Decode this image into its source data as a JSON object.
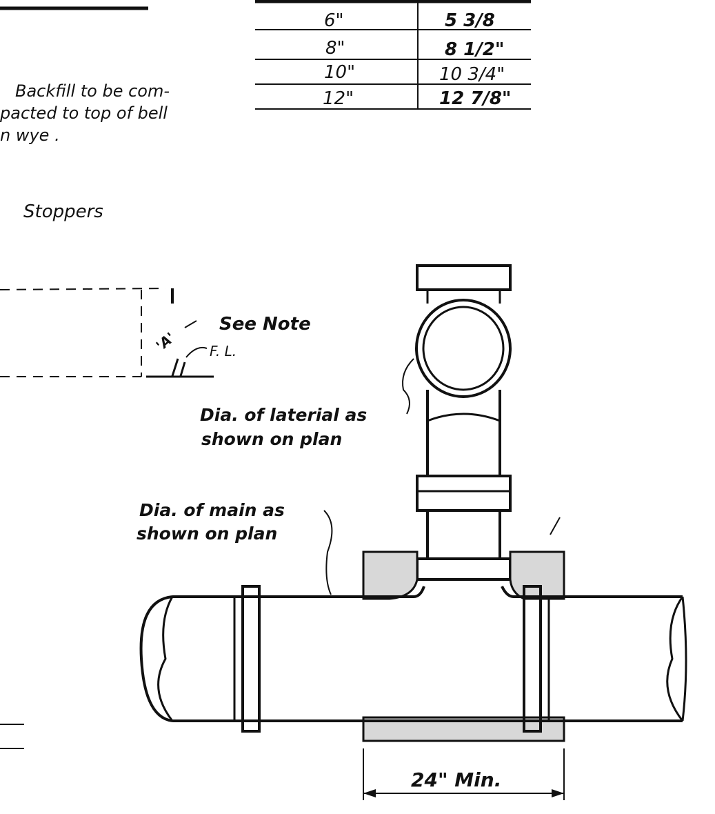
{
  "header_fragment": "",
  "table": {
    "rows": [
      {
        "dia": "6\"",
        "a": "5 3/8"
      },
      {
        "dia": "8\"",
        "a": "8 1/2\""
      },
      {
        "dia": "10\"",
        "a": "10 3/4\""
      },
      {
        "dia": "12\"",
        "a": "12 7/8\""
      }
    ]
  },
  "note_backfill": [
    "Backfill to be com-",
    "pacted to top of bell",
    "n wye ."
  ],
  "stoppers_label": "Stoppers",
  "section": {
    "dim_label": "'A'",
    "see_note": "See Note",
    "flow_line": "F. L."
  },
  "callouts": {
    "lateral": [
      "Dia. of laterial as",
      "shown on plan"
    ],
    "main": [
      "Dia. of main as",
      "shown on plan"
    ]
  },
  "dimension": {
    "label": "24\" Min."
  }
}
